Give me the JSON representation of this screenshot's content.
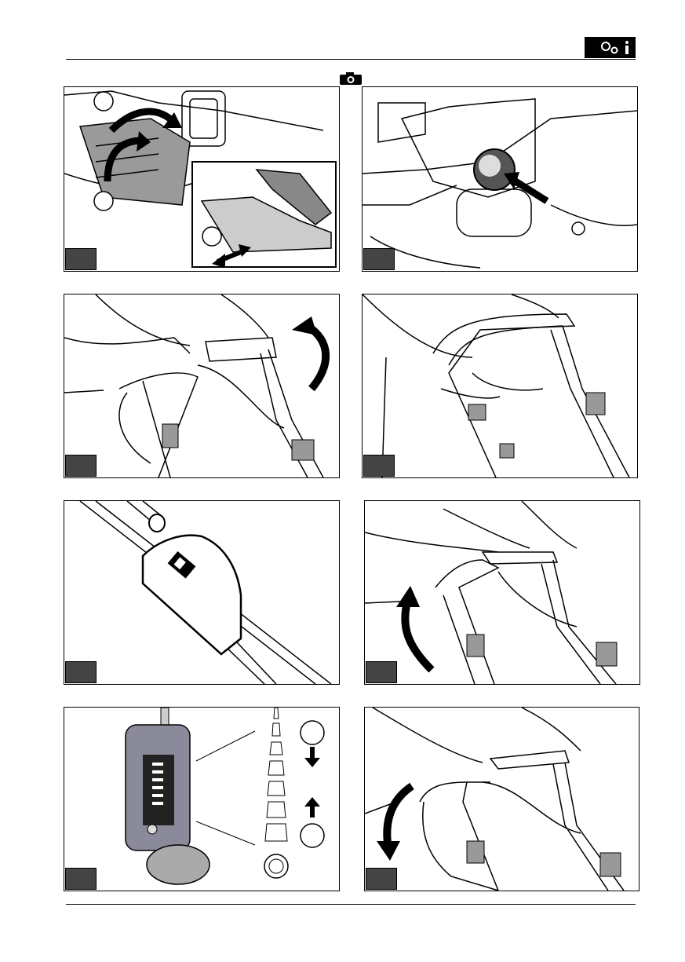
{
  "header": {
    "icon_badge": "settings-info-icon",
    "camera_icon": "camera-icon"
  },
  "figures": [
    {
      "id": "fig-1",
      "label": ""
    },
    {
      "id": "fig-2",
      "label": ""
    },
    {
      "id": "fig-3",
      "label": ""
    },
    {
      "id": "fig-4",
      "label": ""
    },
    {
      "id": "fig-5",
      "label": ""
    },
    {
      "id": "fig-6",
      "label": ""
    },
    {
      "id": "fig-7",
      "label": ""
    },
    {
      "id": "fig-8",
      "label": ""
    }
  ],
  "colors": {
    "ink": "#000000",
    "label_fill": "#444444",
    "panel_bg": "#ffffff"
  }
}
